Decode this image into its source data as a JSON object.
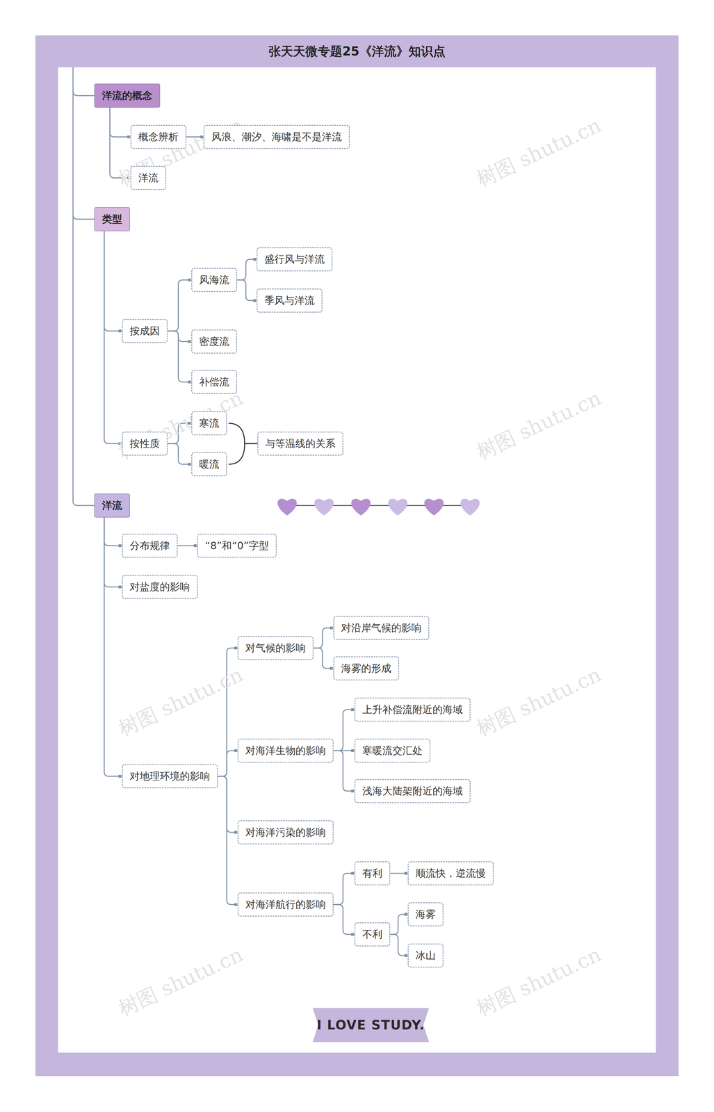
{
  "diagram": {
    "title": "张天天微专题25《洋流》知识点",
    "nodes": [
      {
        "text": [
          "洋流的概念"
        ]
      },
      {
        "text": [
          "概念辨析"
        ]
      },
      {
        "text": [
          "风浪、潮汐、海啸是不是洋流"
        ]
      },
      {
        "text": [
          "洋流"
        ]
      },
      {
        "text": [
          "类型"
        ]
      },
      {
        "text": [
          "按成因"
        ]
      },
      {
        "text": [
          "风海流"
        ]
      },
      {
        "text": [
          "盛行风与洋流"
        ]
      },
      {
        "text": [
          "季风与洋流"
        ]
      },
      {
        "text": [
          "密度流"
        ]
      },
      {
        "text": [
          "补偿流"
        ]
      },
      {
        "text": [
          "按性质"
        ]
      },
      {
        "text": [
          "寒流"
        ]
      },
      {
        "text": [
          "暖流"
        ]
      },
      {
        "text": [
          "与等温线的关系"
        ]
      },
      {
        "text": [
          "洋流"
        ]
      },
      {
        "text": [
          "分布规律"
        ]
      },
      {
        "text": [
          "“8”和“0”字型"
        ]
      },
      {
        "text": [
          "对盐度的影响"
        ]
      },
      {
        "text": [
          "对地理环境的影响"
        ]
      },
      {
        "text": [
          "对气候的影响"
        ]
      },
      {
        "text": [
          "对沿岸气候的影响"
        ]
      },
      {
        "text": [
          "海雾的形成"
        ]
      },
      {
        "text": [
          "对海洋生物的影响"
        ]
      },
      {
        "text": [
          "上升补偿流附近的海域"
        ]
      },
      {
        "text": [
          "寒暖流交汇处"
        ]
      },
      {
        "text": [
          "浅海大陆架附近的海域"
        ]
      },
      {
        "text": [
          "对海洋污染的影响"
        ]
      },
      {
        "text": [
          "对海洋航行的影响"
        ]
      },
      {
        "text": [
          "有利"
        ]
      },
      {
        "text": [
          "顺流快，逆流慢"
        ]
      },
      {
        "text": [
          "不利"
        ]
      },
      {
        "text": [
          "海雾"
        ]
      },
      {
        "text": [
          "冰山"
        ]
      }
    ],
    "edges": [
      {
        "from": 0,
        "to": 1,
        "arrow": "none"
      },
      {
        "from": 0,
        "to": 3,
        "arrow": "none"
      },
      {
        "from": 1,
        "to": 2,
        "arrow": "none"
      },
      {
        "from": 4,
        "to": 5,
        "arrow": "none"
      },
      {
        "from": 4,
        "to": 11,
        "arrow": "none"
      },
      {
        "from": 5,
        "to": 6,
        "arrow": "none"
      },
      {
        "from": 5,
        "to": 9,
        "arrow": "none"
      },
      {
        "from": 5,
        "to": 10,
        "arrow": "none"
      },
      {
        "from": 6,
        "to": 7,
        "arrow": "none"
      },
      {
        "from": 6,
        "to": 8,
        "arrow": "none"
      },
      {
        "from": 11,
        "to": 12,
        "arrow": "none"
      },
      {
        "from": 11,
        "to": 13,
        "arrow": "none"
      },
      {
        "from": 12,
        "to": 14,
        "arrow": "none"
      },
      {
        "from": 13,
        "to": 14,
        "arrow": "none"
      },
      {
        "from": 15,
        "to": 16,
        "arrow": "none"
      },
      {
        "from": 15,
        "to": 18,
        "arrow": "none"
      },
      {
        "from": 15,
        "to": 19,
        "arrow": "none"
      },
      {
        "from": 16,
        "to": 17,
        "arrow": "none"
      },
      {
        "from": 19,
        "to": 20,
        "arrow": "none"
      },
      {
        "from": 19,
        "to": 23,
        "arrow": "none"
      },
      {
        "from": 19,
        "to": 27,
        "arrow": "none"
      },
      {
        "from": 19,
        "to": 28,
        "arrow": "none"
      },
      {
        "from": 20,
        "to": 21,
        "arrow": "none"
      },
      {
        "from": 20,
        "to": 22,
        "arrow": "none"
      },
      {
        "from": 23,
        "to": 24,
        "arrow": "none"
      },
      {
        "from": 23,
        "to": 25,
        "arrow": "none"
      },
      {
        "from": 23,
        "to": 26,
        "arrow": "none"
      },
      {
        "from": 28,
        "to": 29,
        "arrow": "none"
      },
      {
        "from": 28,
        "to": 31,
        "arrow": "none"
      },
      {
        "from": 29,
        "to": 30,
        "arrow": "none"
      },
      {
        "from": 31,
        "to": 32,
        "arrow": "none"
      },
      {
        "from": 31,
        "to": 33,
        "arrow": "none"
      }
    ],
    "labels": [
      "树图 shutu.cn",
      "树图 shutu.cn",
      "树图 shutu.cn",
      "树图 shutu.cn",
      "树图 shutu.cn",
      "树图 shutu.cn",
      "树图 shutu.cn",
      "树图 shutu.cn",
      "I LOVE STUDY."
    ]
  }
}
